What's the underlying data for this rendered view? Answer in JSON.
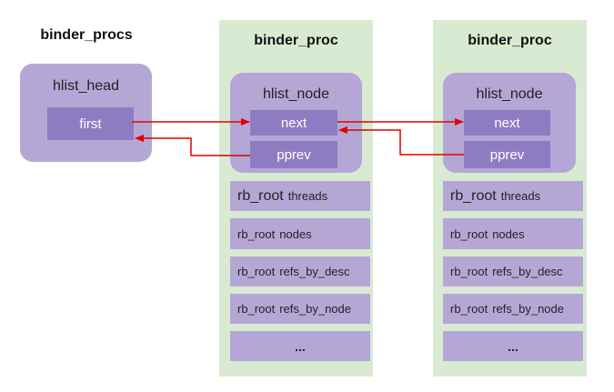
{
  "left": {
    "title": "binder_procs",
    "box_label": "hlist_head",
    "field": "first"
  },
  "procs": [
    {
      "title": "binder_proc",
      "node_label": "hlist_node",
      "next": "next",
      "pprev": "pprev",
      "rows": [
        {
          "type": "rb_root",
          "name": "threads"
        },
        {
          "type": "rb_root",
          "name": "nodes"
        },
        {
          "type": "rb_root",
          "name": "refs_by_desc"
        },
        {
          "type": "rb_root",
          "name": "refs_by_node"
        }
      ],
      "ellipsis": "..."
    },
    {
      "title": "binder_proc",
      "node_label": "hlist_node",
      "next": "next",
      "pprev": "pprev",
      "rows": [
        {
          "type": "rb_root",
          "name": "threads"
        },
        {
          "type": "rb_root",
          "name": "nodes"
        },
        {
          "type": "rb_root",
          "name": "refs_by_desc"
        },
        {
          "type": "rb_root",
          "name": "refs_by_node"
        }
      ],
      "ellipsis": "..."
    }
  ],
  "colors": {
    "panel": "#d9ead3",
    "box": "#b4a7d6",
    "cell": "#8e7cc3",
    "arrow": "#e00000"
  }
}
